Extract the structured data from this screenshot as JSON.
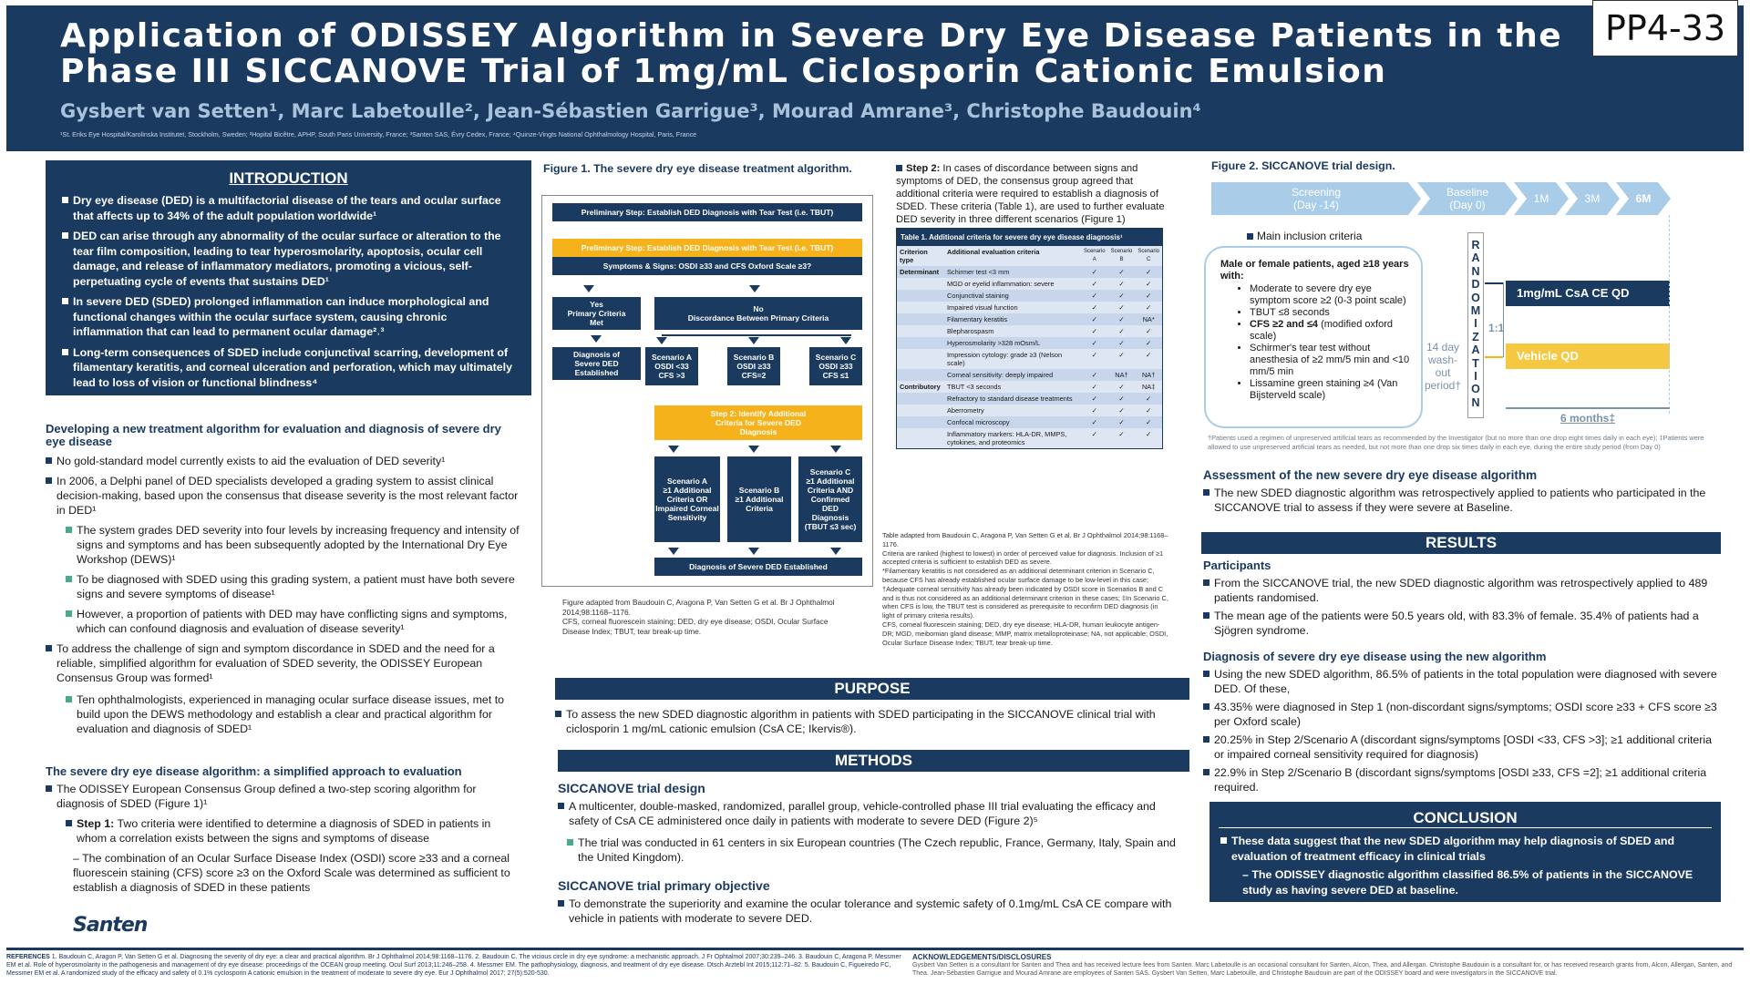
{
  "poster_code": "PP4-33",
  "header": {
    "title": "Application of ODISSEY Algorithm in Severe Dry Eye Disease Patients in the Phase III SICCANOVE Trial of 1mg/mL Ciclosporin Cationic Emulsion",
    "authors": "Gysbert van Setten¹, Marc Labetoulle², Jean-Sébastien Garrigue³, Mourad Amrane³, Christophe Baudouin⁴",
    "affiliations": "¹St. Eriks Eye Hospital/Karolinska Institutet, Stockholm, Sweden; ²Hopital Bicêtre, APHP, South Paris University, France; ³Santen SAS, Évry Cedex, France; ⁴Quinze-Vingts National Ophthalmology Hospital, Paris, France"
  },
  "intro": {
    "heading": "INTRODUCTION",
    "bullets": [
      "Dry eye disease (DED) is a multifactorial disease of the  tears and ocular surface that affects up to 34% of the adult  population worldwide¹",
      "DED can arise through any abnormality of the ocular surface  or alteration to the tear film composition, leading to tear hyperosmolarity, apoptosis, ocular cell  damage, and release of inflammatory mediators, promoting  a vicious, self-perpetuating cycle of events that sustains DED¹",
      "In severe DED (SDED) prolonged inflammation can induce  morphological and functional changes within the ocular  surface system, causing chronic inflammation that can lead  to permanent ocular damage²˒³",
      "Long-term consequences of SDED include conjunctival  scarring, development of filamentary keratitis, and corneal  ulceration and perforation, which may ultimately lead to loss  of vision or functional blindness⁴"
    ]
  },
  "develop": {
    "heading": "Developing a new treatment algorithm for evaluation and  diagnosis of severe dry eye disease",
    "b1": "No gold-standard model currently exists to aid the evaluation of DED severity¹",
    "b2": "In 2006, a Delphi panel of DED specialists developed a grading system to assist  clinical decision-making, based upon the consensus that disease severity is the  most relevant factor in DED¹",
    "s1": "The system grades DED severity into four levels by increasing frequency and  intensity of signs and symptoms and has been subsequently adopted by the  International Dry Eye Workshop (DEWS)¹",
    "s2": "To be diagnosed with SDED using this grading system, a patient must have  both severe signs and severe symptoms of disease¹",
    "s3": "However, a proportion of patients with DED may have conflicting signs and  symptoms, which can confound diagnosis and evaluation of disease severity¹",
    "b3": "To address the challenge of sign and symptom discordance in SDED and the need  for a reliable, simplified algorithm for evaluation of SDED severity, the ODISSEY European Consensus Group was formed¹",
    "s4": "Ten ophthalmologists, experienced in managing ocular surface disease issues,  met to build upon the DEWS methodology and establish a clear and practical  algorithm for evaluation and diagnosis of SDED¹"
  },
  "algorithm": {
    "heading": "The severe dry eye disease algorithm: a simplified approach  to evaluation",
    "b1": "The ODISSEY European Consensus Group defined a two-step scoring algorithm  for diagnosis of SDED (Figure 1)¹",
    "step1_label": "Step 1:",
    "step1": " Two criteria were identified to determine a diagnosis of SDED in patients  in whom a correlation exists between the signs and symptoms of disease",
    "dash": "– The combination of an Ocular Surface Disease Index (OSDI) score ≥33  and a corneal fluorescein staining (CFS) score ≥3 on the Oxford Scale was  determined as sufficient to establish a diagnosis of SDED in these patients"
  },
  "logo": "Santen",
  "fig1": {
    "title": "Figure 1. The severe dry eye disease treatment algorithm.",
    "box1": "Preliminary Step: Establish DED Diagnosis with Tear Test (i.e. TBUT)",
    "box2a": "Preliminary Step: Establish DED Diagnosis with Tear Test (i.e. TBUT)",
    "box2b": "Symptoms & Signs: OSDI ≥33 and CFS Oxford Scale ≥3?",
    "yes": "Yes\nPrimary Criteria\nMet",
    "no": "No\nDiscordance Between Primary Criteria",
    "diag": "Diagnosis of\nSevere DED\nEstablished",
    "scA": "Scenario A\nOSDI <33\nCFS >3",
    "scB": "Scenario B\nOSDI ≥33\nCFS=2",
    "scC": "Scenario C\nOSDI ≥33\nCFS ≤1",
    "step2": "Step 2: Identify Additional\nCriteria  for Severe DED\nDiagnosis",
    "scA2": "Scenario A\n≥1 Additional\nCriteria OR\nImpaired Corneal\nSensitivity",
    "scB2": "Scenario B\n≥1 Additional\nCriteria",
    "scC2": "Scenario C\n≥1 Additional\nCriteria AND\nConfirmed\nDED\nDiagnosis\n(TBUT ≤3 sec)",
    "final": "Diagnosis of Severe DED Established",
    "caption": "Figure adapted from Baudouin C, Aragona P, Van Setten G et al. Br J Ophthalmol 2014;98:1168–1176.\nCFS, corneal fluorescein staining; DED, dry eye disease; OSDI, Ocular Surface Disease Index; TBUT, tear  break-up time."
  },
  "step2col": {
    "label": "Step 2:",
    "text": " In cases of discordance between signs and symptoms of DED, the  consensus group agreed that additional criteria were required to establish a  diagnosis of SDED. These criteria (Table 1), are used to further evaluate DED  severity in three different scenarios (Figure 1)"
  },
  "table1": {
    "title": "Table 1. Additional criteria for severe dry eye disease diagnosis¹",
    "h_type": "Criterion type",
    "h_crit": "Additional evaluation criteria",
    "h_a": "Scenario A",
    "h_b": "Scenario B",
    "h_c": "Scenario C",
    "rows": [
      {
        "type": "Determinant",
        "crit": "Schirmer test <3 mm",
        "a": "✓",
        "b": "✓",
        "c": "✓"
      },
      {
        "type": "",
        "crit": "MGD or eyelid inflammation: severe",
        "a": "✓",
        "b": "✓",
        "c": "✓"
      },
      {
        "type": "",
        "crit": "Conjunctival staining",
        "a": "✓",
        "b": "✓",
        "c": "✓"
      },
      {
        "type": "",
        "crit": "Impaired visual function",
        "a": "✓",
        "b": "✓",
        "c": "✓"
      },
      {
        "type": "",
        "crit": "Filamentary keratitis",
        "a": "✓",
        "b": "✓",
        "c": "NA*"
      },
      {
        "type": "",
        "crit": "Blepharospasm",
        "a": "✓",
        "b": "✓",
        "c": "✓"
      },
      {
        "type": "",
        "crit": "Hyperosmolarity >328 mOsm/L",
        "a": "✓",
        "b": "✓",
        "c": "✓"
      },
      {
        "type": "",
        "crit": "Impression cytology: grade ≥3 (Nelson scale)",
        "a": "✓",
        "b": "✓",
        "c": "✓"
      },
      {
        "type": "",
        "crit": "Corneal sensitivity: deeply impaired",
        "a": "✓",
        "b": "NA†",
        "c": "NA†"
      },
      {
        "type": "Contributory",
        "crit": "TBUT <3 seconds",
        "a": "✓",
        "b": "✓",
        "c": "NA‡"
      },
      {
        "type": "",
        "crit": "Refractory to standard disease treatments",
        "a": "✓",
        "b": "✓",
        "c": "✓"
      },
      {
        "type": "",
        "crit": "Aberrometry",
        "a": "✓",
        "b": "✓",
        "c": "✓"
      },
      {
        "type": "",
        "crit": "Confocal microscopy",
        "a": "✓",
        "b": "✓",
        "c": "✓"
      },
      {
        "type": "",
        "crit": "Inflammatory markers: HLA-DR, MMPS, cytokines, and proteomics",
        "a": "✓",
        "b": "✓",
        "c": "✓"
      }
    ],
    "notes": "Table adapted from Baudouin C, Aragona P, Van Setten G et al. Br J Ophthalmol 2014;98:1168–1176.\nCriteria are ranked (highest to lowest) in order of perceived value for diagnosis. Inclusion of ≥1 accepted  criteria is sufficient to establish DED as severe.\n*Filamentary keratitis is not considered as an additional determinant criterion in Scenario C, because CFS has already established ocular surface damage to be low-level in this case; †Adequate corneal sensitivity  has already been indicated by OSDI score in Scenarios B and C and is thus not considered as an additional  determinant criterion in these cases; ‡In Scenario C, when CFS is low, the TBUT test is considered as  prerequisite to reconfirm DED diagnosis (in light of primary criteria results).\nCFS, corneal fluorescein staining; DED, dry eye disease; HLA-DR, human leukocyte antigen-DR; MGD,  meibomian gland disease; MMP, matrix metalloproteinase; NA, not applicable; OSDI, Ocular Surface Disease  Index; TBUT, tear break-up time."
  },
  "purpose": {
    "heading": "PURPOSE",
    "text": "To assess the new SDED diagnostic algorithm in patients with SDED participating in the SICCANOVE clinical trial with ciclosporin 1 mg/mL cationic emulsion (CsA CE; Ikervis®)."
  },
  "methods": {
    "heading": "METHODS",
    "design_h": "SICCANOVE  trial design",
    "design_b": "A multicenter, double-masked, randomized, parallel group, vehicle-controlled  phase III trial evaluating the efficacy and safety of CsA CE administered once daily  in patients with moderate to severe DED (Figure 2)⁵",
    "design_s": "The trial was conducted in 61 centers in six European countries (The Czech republic, France, Germany, Italy, Spain and the United Kingdom).",
    "obj_h": "SICCANOVE  trial primary objective",
    "obj_b": "To demonstrate the superiority and examine the ocular tolerance and systemic safety of 0.1mg/mL CsA CE compare with vehicle in patients with moderate to severe DED."
  },
  "fig2": {
    "title": "Figure 2. SICCANOVE  trial design.",
    "screening": "Screening\n(Day -14)",
    "baseline": "Baseline\n(Day 0)",
    "m1": "1M",
    "m3": "3M",
    "m6": "6M",
    "incl_label": "Main inclusion criteria",
    "incl_head": "Male or female patients, aged ≥18 years with:",
    "incl": [
      "TBUT ≤8 seconds"
    ],
    "incl1": "Moderate to severe dry eye symptom score ≥2 (0-3 point scale)",
    "incl2": "TBUT ≤8 seconds",
    "incl3a": "CFS ≥2 and ≤4",
    "incl3b": " (modified oxford scale)",
    "incl4": "Schirmer's tear test without anesthesia of ≥2 mm/5 min and <10 mm/5 min",
    "incl5": "Lissamine green staining ≥4 (Van Bijsterveld scale)",
    "washout": "14 day\nwash-\nout\nperiod†",
    "random": "RANDOMIZATION",
    "ratio": "1:1",
    "arm1": "1mg/mL CsA CE QD",
    "arm2": "Vehicle QD",
    "months": "6 months‡",
    "foot": "†Patients used a regimen of unpreserved artificial tears as recommended by the Investigator (but no more than one drop eight times daily in each eye); ‡Patients were allowed to use unpreserved artificial tears as needed, but not more than one drop six times daily in each eye, during the entire study period (from Day 0)"
  },
  "assess": {
    "heading": "Assessment of the new severe dry eye disease algorithm",
    "text": "The new SDED diagnostic algorithm was retrospectively applied to patients who  participated in the SICCANOVE trial to assess if they were severe at Baseline."
  },
  "results": {
    "heading": "RESULTS",
    "part_h": "Participants",
    "p1": "From the SICCANOVE trial, the new SDED diagnostic algorithm was retrospectively applied to 489 patients randomised.",
    "p2": "The mean age of the patients were 50.5 years old, with 83.3% of female. 35.4% of patients had a Sjögren syndrome.",
    "diag_h": "Diagnosis of severe dry eye disease using the new algorithm",
    "d1": "Using the new SDED algorithm, 86.5% of patients in the total population were diagnosed with severe DED. Of these,",
    "d2": "43.35% were diagnosed in Step 1 (non-discordant signs/symptoms; OSDI score ≥33 + CFS score ≥3 per Oxford scale)",
    "d3": "20.25% in Step 2/Scenario A (discordant signs/symptoms [OSDI <33, CFS >3]; ≥1 additional criteria or impaired corneal sensitivity required for diagnosis)",
    "d4": "22.9% in Step 2/Scenario B (discordant signs/symptoms [OSDI ≥33, CFS =2]; ≥1 additional criteria required."
  },
  "conclusion": {
    "heading": "CONCLUSION",
    "b1": "These data suggest that the new SDED algorithm may help  diagnosis of SDED and evaluation of treatment efficacy in  clinical trials",
    "b2": "– The ODISSEY diagnostic algorithm classified 86.5% of patients in the SICCANOVE study as having severe DED at baseline."
  },
  "footer": {
    "refs_label": "REFERENCES",
    "refs": "1. Baudouin C, Aragon P, Van Setten G et al. Diagnosing the severity of dry eye: a clear and  practical algorithm. Br J Ophthalmol 2014;98:1168–1176. 2. Baudouin C. The vicious circle in dry eye syndrome:  a mechanistic approach. J Fr Ophtalmol 2007;30:239–246. 3. Baudouin C, Aragona P, Messmer EM et al. Role of  hyperosmolarity in the pathogenesis and management of dry eye disease: proceedings of the OCEAN group meeting. Ocul Surf 2013;11:246–258. 4. Messmer EM. The pathophysiology, diagnosis, and treatment of dry eye disease. Dtsch Arztebl Int 2015;112:71–82. 5. Baudouin C, Figueiredo FC, Messmer EM et al. A randomized study of the efficacy and safety of 0.1% cyclosporin A cationic emulsion in the treatment of moderate to severe dry eye. Eur J Ophthalmol 2017; 27(5):520-530.",
    "ack_label": "ACKNOWLEDGEMENTS/DISCLOSURES",
    "ack": "Gysbert Van Setten is a consultant for Santen and Thea and has received lecture fees from Santen.  Marc Labetoulle is an occasional consultant for Santen, Alcon, Thea, and Allergan. Christophe Baudouin is a consultant for, or has received research grants from, Alcon, Allergan, Santen, and Thea.  Jean-Sébastien Garrigue and Mourad Amrane are employees of Santen SAS. Gysbert Van Setten, Marc Labetoulle, and Christophe Baudouin are part of the ODISSEY board and were  investigators in the SICCANOVE trial."
  }
}
